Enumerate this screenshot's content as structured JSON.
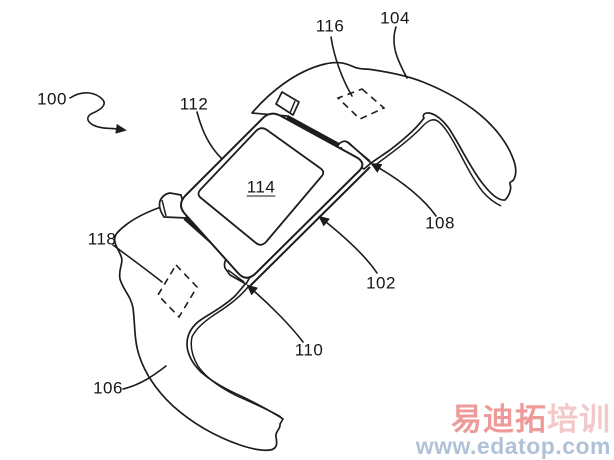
{
  "figure": {
    "kind": "patent-line-drawing",
    "subject": "wrist-worn electronic device with watch body and wrap-around band",
    "reference_labels": [
      {
        "ref": "100",
        "points_to": "overall device",
        "leader": "squiggle-arrow"
      },
      {
        "ref": "102",
        "points_to": "watch case side",
        "leader": "curved-arrow"
      },
      {
        "ref": "104",
        "points_to": "upper band portion",
        "leader": "curved-line"
      },
      {
        "ref": "106",
        "points_to": "lower band portion",
        "leader": "curved-line"
      },
      {
        "ref": "108",
        "points_to": "upper band attachment joint",
        "leader": "curved-arrow"
      },
      {
        "ref": "110",
        "points_to": "lower band attachment joint",
        "leader": "curved-arrow"
      },
      {
        "ref": "112",
        "points_to": "watch body bezel",
        "leader": "curved-line"
      },
      {
        "ref": "114",
        "points_to": "display surface",
        "leader": "none",
        "underlined": true
      },
      {
        "ref": "116",
        "points_to": "dashed region on upper band",
        "leader": "curved-line"
      },
      {
        "ref": "118",
        "points_to": "dashed region on lower band",
        "leader": "curved-line"
      }
    ]
  },
  "watermark": {
    "brand_primary": "易迪拓",
    "brand_secondary": "培训",
    "url": "www.edatop.com"
  },
  "colors": {
    "line": "#1d1d1d",
    "watermark_pink": "#ee9a99",
    "watermark_light_pink": "#f2c9c8",
    "watermark_blue": "#b1c2d8"
  }
}
